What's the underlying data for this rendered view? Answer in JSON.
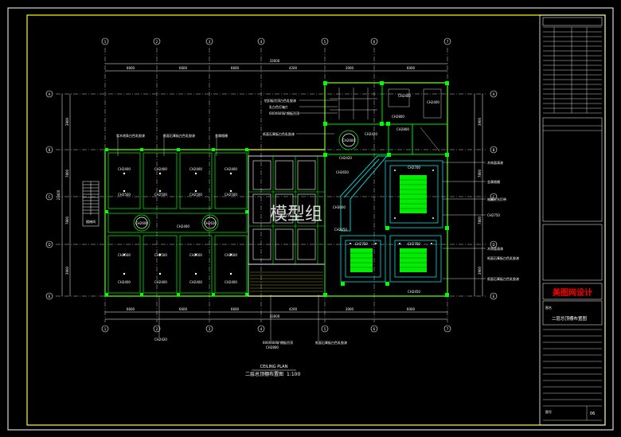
{
  "plan": {
    "title_en": "CEILING PLAN",
    "title_cn": "二层总顶棚布置图",
    "scale": "1:100",
    "watermark": "模型组"
  },
  "dims": {
    "top_total": "33000",
    "top_segs": [
      "6600",
      "6600",
      "6600",
      "4200",
      "3000",
      "6000"
    ],
    "bottom_total": "33000",
    "bottom_segs": [
      "6600",
      "6600",
      "6600",
      "4200",
      "3000",
      "6000"
    ],
    "left_total": "23400",
    "left_segs": [
      "3900",
      "7800",
      "7800",
      "3900"
    ],
    "right_segs": [
      "3900",
      "7800",
      "7800",
      "3900"
    ]
  },
  "labels": {
    "l1": "实木线条白色乳胶漆",
    "l2": "纸面石膏板白色乳胶漆",
    "l3": "金属格栅",
    "l4": "铝扣板吊顶白色乳胶漆",
    "l5": "乳白色灯箱片",
    "l6": "600X600矿棉板吊顶",
    "l7": "纸面石膏板白色乳胶漆",
    "stair": "楼梯间",
    "r1": "木饰面清漆",
    "r2": "金属格栅",
    "r3": "暗藏灯光灯带",
    "r4": "木饰面清漆",
    "r5": "纸面石膏板白色乳胶漆",
    "r6": "纸面石膏板白色乳胶漆",
    "b1": "600X600矿棉板吊顶",
    "b2": "纸面石膏板白色乳胶漆",
    "b3": "CH2800",
    "b4": "CH2420"
  },
  "heights": {
    "h1": "CH2400",
    "h2": "CH2500",
    "h3": "CH2600",
    "h4": "CH2620",
    "h5": "CH2750",
    "h6": "CH2700",
    "h7": "CH2800",
    "h8": "CH2650",
    "h9": "CH3000",
    "h10": "CH2420",
    "h11": "CH2450"
  },
  "axes": {
    "top": [
      "1",
      "2",
      "3",
      "4",
      "5",
      "6",
      "7"
    ],
    "left": [
      "A",
      "B",
      "C",
      "D",
      "E"
    ],
    "right": [
      "A",
      "B",
      "C",
      "D",
      "E"
    ]
  },
  "title_block": {
    "company": "美图网设计",
    "drawing_label": "图名",
    "drawing_name": "二层总顶棚布置图",
    "sheet_label": "图号",
    "sheet_no": "06"
  },
  "colors": {
    "frame": "#ffff00",
    "line": "#00ff00",
    "cyan": "#00ffff",
    "white": "#ffffff",
    "red": "#ff0000"
  }
}
